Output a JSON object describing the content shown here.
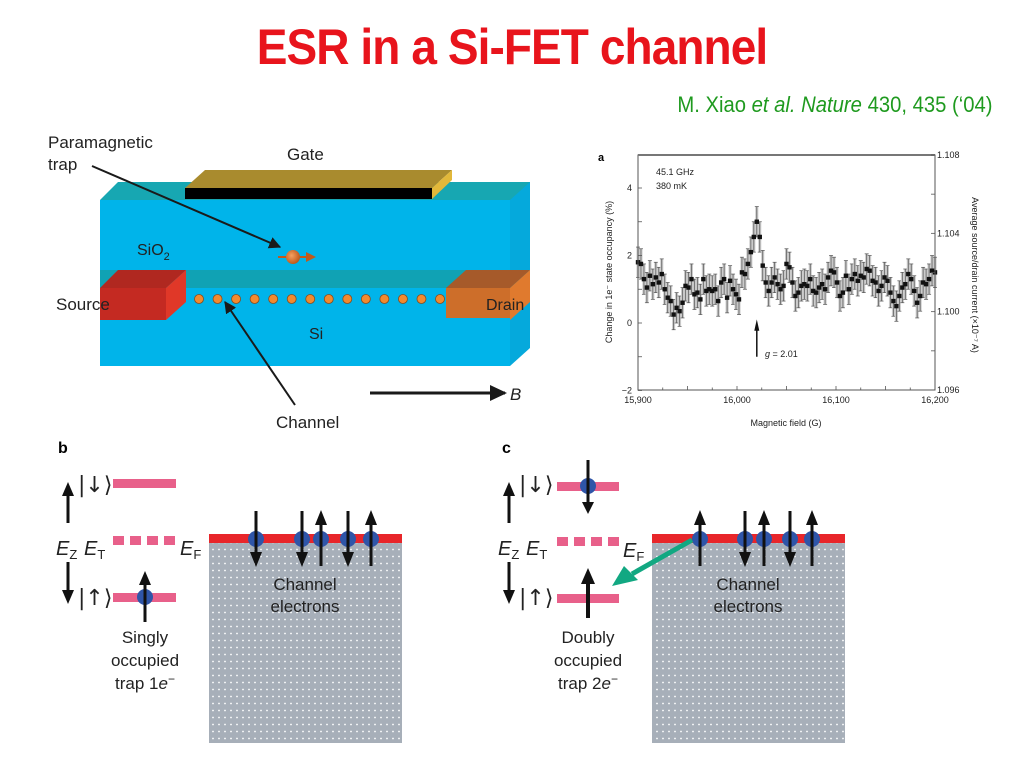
{
  "slide": {
    "title": "ESR in a Si-FET channel",
    "citation": {
      "authors": "M. Xiao",
      "etal": "et al.",
      "journal": "Nature",
      "ref": "430, 435 (‘04)"
    }
  },
  "device_diagram": {
    "labels": {
      "paramagnetic_trap_1": "Paramagnetic",
      "paramagnetic_trap_2": "trap",
      "gate": "Gate",
      "sio2": "SiO",
      "sio2_sub": "2",
      "source": "Source",
      "drain": "Drain",
      "si": "Si",
      "channel": "Channel",
      "field": "B"
    },
    "channel_electron_count": 14,
    "colors": {
      "oxide": "#00b4ea",
      "oxide_top": "#1aa6b0",
      "channel_band": "#10a2b4",
      "gate_top": "#a98b2e",
      "gate_side": "#e2b83a",
      "gate_front": "#000000",
      "source": "#c42a22",
      "drain": "#cd6e2a",
      "electron": "#f28a2e"
    }
  },
  "panel_b": {
    "letter": "b",
    "ket_down": "↓",
    "ket_up": "↑",
    "ez": "E",
    "ez_sub": "Z",
    "et": "E",
    "et_sub": "T",
    "ef": "E",
    "ef_sub": "F",
    "channel_label_1": "Channel",
    "channel_label_2": "electrons",
    "trap_label_1": "Singly",
    "trap_label_2": "occupied",
    "trap_label_3": "trap 1",
    "trap_label_e": "e",
    "trap_label_minus": "−",
    "channel_spins": [
      "down",
      "down",
      "up",
      "down",
      "up"
    ]
  },
  "panel_c": {
    "letter": "c",
    "ket_down": "↓",
    "ket_up": "↑",
    "ez": "E",
    "ez_sub": "Z",
    "et": "E",
    "et_sub": "T",
    "ef": "E",
    "ef_sub": "F",
    "channel_label_1": "Channel",
    "channel_label_2": "electrons",
    "trap_label_1": "Doubly",
    "trap_label_2": "occupied",
    "trap_label_3": "trap 2",
    "trap_label_e": "e",
    "trap_label_minus": "−",
    "channel_spins": [
      "up",
      "down",
      "up",
      "down",
      "up"
    ],
    "transfer_arrow_color": "#12a882"
  },
  "chart_data": {
    "type": "scatter",
    "panel_letter": "a",
    "title": "",
    "annotation_lines": [
      "45.1 GHz",
      "380 mK"
    ],
    "peak_annotation": "g = 2.01",
    "peak_annotation_g": "g",
    "peak_annotation_value": " = 2.01",
    "peak_field": 16020,
    "xlabel": "Magnetic field (G)",
    "ylabel": "Change in 1e⁻ state occupancy (%)",
    "ylabel_right": "Average source/drain current (×10⁻⁷ A)",
    "xlim": [
      15900,
      16200
    ],
    "ylim": [
      -2,
      5
    ],
    "ylim_right": [
      1.096,
      1.108
    ],
    "x_ticks": [
      15900,
      16000,
      16100,
      16200
    ],
    "x_tick_labels": [
      "15,900",
      "16,000",
      "16,100",
      "16,200"
    ],
    "y_ticks": [
      -2,
      0,
      2,
      4
    ],
    "y_tick_labels": [
      "−2",
      "0",
      "2",
      "4"
    ],
    "y_right_ticks": [
      1.096,
      1.1,
      1.104,
      1.108
    ],
    "y_right_tick_labels": [
      "1.096",
      "1.100",
      "1.104",
      "1.108"
    ],
    "grid": false,
    "error_bar": 0.45,
    "x": [
      15900,
      15903,
      15906,
      15909,
      15912,
      15915,
      15918,
      15921,
      15924,
      15927,
      15930,
      15933,
      15936,
      15939,
      15942,
      15945,
      15948,
      15951,
      15954,
      15957,
      15960,
      15963,
      15966,
      15969,
      15972,
      15975,
      15978,
      15981,
      15984,
      15987,
      15990,
      15993,
      15996,
      15999,
      16002,
      16005,
      16008,
      16011,
      16014,
      16017,
      16020,
      16023,
      16026,
      16029,
      16032,
      16035,
      16038,
      16041,
      16044,
      16047,
      16050,
      16053,
      16056,
      16059,
      16062,
      16065,
      16068,
      16071,
      16074,
      16077,
      16080,
      16083,
      16086,
      16089,
      16092,
      16095,
      16098,
      16101,
      16104,
      16107,
      16110,
      16113,
      16116,
      16119,
      16122,
      16125,
      16128,
      16131,
      16134,
      16137,
      16140,
      16143,
      16146,
      16149,
      16152,
      16155,
      16158,
      16161,
      16164,
      16167,
      16170,
      16173,
      16176,
      16179,
      16182,
      16185,
      16188,
      16191,
      16194,
      16197,
      16200
    ],
    "y": [
      1.8,
      1.75,
      1.3,
      1.05,
      1.4,
      1.15,
      1.35,
      1.2,
      1.45,
      1.0,
      0.75,
      0.65,
      0.25,
      0.45,
      0.35,
      0.6,
      1.1,
      1.05,
      1.3,
      0.85,
      0.9,
      0.7,
      1.3,
      0.95,
      1.0,
      0.95,
      1.0,
      0.65,
      1.2,
      1.3,
      0.75,
      1.25,
      1.0,
      0.85,
      0.7,
      1.5,
      1.45,
      1.75,
      2.1,
      2.55,
      3.0,
      2.55,
      1.7,
      1.2,
      0.95,
      1.2,
      1.35,
      1.15,
      1.0,
      1.1,
      1.75,
      1.65,
      1.2,
      0.8,
      0.9,
      1.1,
      1.15,
      1.1,
      1.3,
      0.95,
      0.9,
      1.05,
      1.15,
      1.0,
      1.35,
      1.55,
      1.5,
      1.2,
      0.8,
      0.9,
      1.4,
      1.0,
      1.3,
      1.45,
      1.25,
      1.4,
      1.35,
      1.6,
      1.55,
      1.25,
      1.2,
      0.95,
      1.1,
      1.35,
      1.25,
      0.9,
      0.65,
      0.5,
      0.8,
      1.05,
      1.15,
      1.45,
      1.3,
      0.95,
      0.6,
      0.8,
      1.2,
      1.15,
      1.3,
      1.55,
      1.5
    ]
  }
}
